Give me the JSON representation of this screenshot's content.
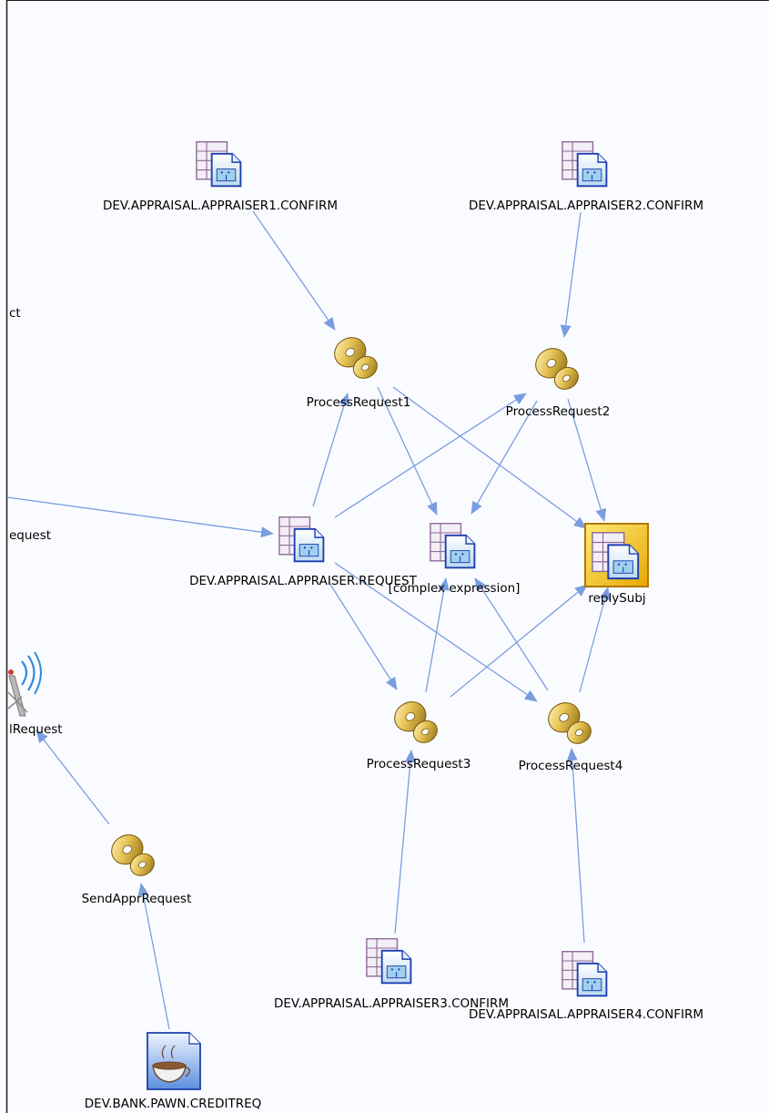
{
  "diagram": {
    "nodes": [
      {
        "id": "n_confirm1",
        "type": "queue",
        "label": "DEV.APPRAISAL.APPRAISER1.CONFIRM"
      },
      {
        "id": "n_confirm2",
        "type": "queue",
        "label": "DEV.APPRAISAL.APPRAISER2.CONFIRM"
      },
      {
        "id": "n_pr1",
        "type": "process",
        "label": "ProcessRequest1"
      },
      {
        "id": "n_pr2",
        "type": "process",
        "label": "ProcessRequest2"
      },
      {
        "id": "n_request",
        "type": "queue",
        "label": "DEV.APPRAISAL.APPRAISER.REQUEST"
      },
      {
        "id": "n_complex",
        "type": "queue",
        "label": "[complex expression]"
      },
      {
        "id": "n_reply",
        "type": "queue-selected",
        "label": "replySubj"
      },
      {
        "id": "n_pr3",
        "type": "process",
        "label": "ProcessRequest3"
      },
      {
        "id": "n_pr4",
        "type": "process",
        "label": "ProcessRequest4"
      },
      {
        "id": "n_confirm3",
        "type": "queue",
        "label": "DEV.APPRAISAL.APPRAISER3.CONFIRM"
      },
      {
        "id": "n_confirm4",
        "type": "queue",
        "label": "DEV.APPRAISAL.APPRAISER4.CONFIRM"
      },
      {
        "id": "n_sendappr",
        "type": "process",
        "label": "SendApprRequest"
      },
      {
        "id": "n_creditreq",
        "type": "file",
        "label": "DEV.BANK.PAWN.CREDITREQ"
      },
      {
        "id": "n_radio",
        "type": "broadcast",
        "label": "lRequest"
      },
      {
        "id": "n_edge_ct",
        "type": "fragment",
        "label": "ct"
      },
      {
        "id": "n_edge_request",
        "type": "fragment",
        "label": "equest"
      }
    ],
    "edges": [
      {
        "from": "n_confirm1",
        "to": "n_pr1"
      },
      {
        "from": "n_confirm2",
        "to": "n_pr2"
      },
      {
        "from": "n_pr1",
        "to": "n_complex"
      },
      {
        "from": "n_pr1",
        "to": "n_reply"
      },
      {
        "from": "n_pr2",
        "to": "n_complex"
      },
      {
        "from": "n_pr2",
        "to": "n_reply"
      },
      {
        "from": "offscreen_left",
        "to": "n_request"
      },
      {
        "from": "n_request",
        "to": "n_pr1"
      },
      {
        "from": "n_request",
        "to": "n_pr2"
      },
      {
        "from": "n_request",
        "to": "n_pr3"
      },
      {
        "from": "n_request",
        "to": "n_pr4"
      },
      {
        "from": "n_pr3",
        "to": "n_complex"
      },
      {
        "from": "n_pr3",
        "to": "n_reply"
      },
      {
        "from": "n_pr4",
        "to": "n_complex"
      },
      {
        "from": "n_pr4",
        "to": "n_reply"
      },
      {
        "from": "n_confirm3",
        "to": "n_pr3"
      },
      {
        "from": "n_confirm4",
        "to": "n_pr4"
      },
      {
        "from": "n_sendappr",
        "to": "n_radio"
      },
      {
        "from": "n_creditreq",
        "to": "n_sendappr"
      }
    ]
  }
}
